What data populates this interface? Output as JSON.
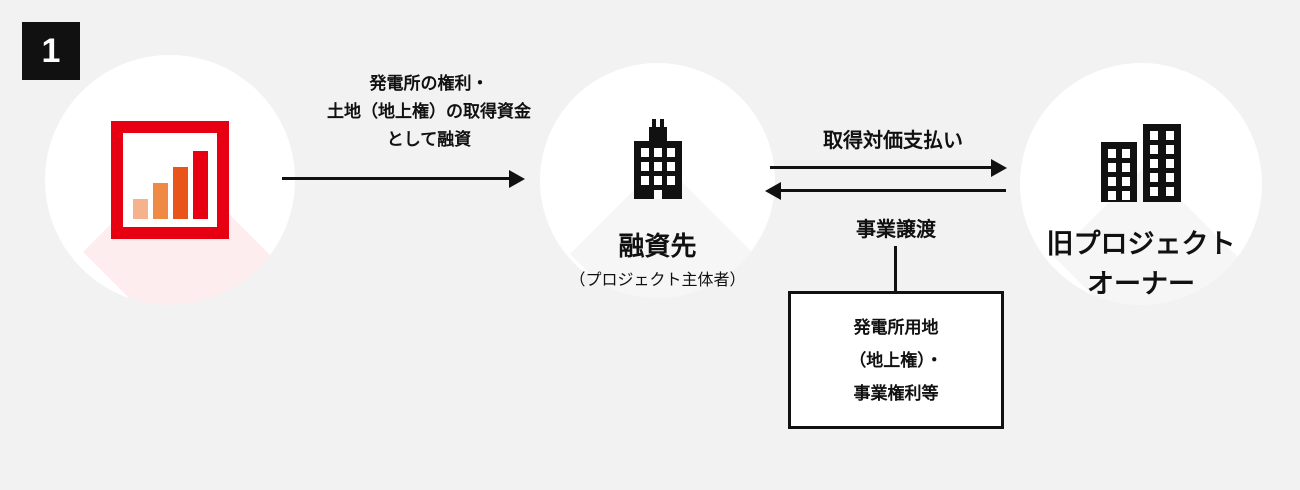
{
  "badge": {
    "number": "1"
  },
  "colors": {
    "background": "#f2f2f2",
    "ink": "#111111",
    "logo_red": "#e60012",
    "bar_colors": [
      "#f5b28c",
      "#ef8a45",
      "#e9541a",
      "#e60012"
    ]
  },
  "icons": {
    "lender": "bar-chart-logo",
    "borrower": "building-icon",
    "owner": "twin-buildings-icon"
  },
  "loan_arrow": {
    "label_lines": [
      "発電所の権利・",
      "土地（地上権）の取得資金",
      "として融資"
    ]
  },
  "borrower_node": {
    "title": "融資先",
    "subtitle": "（プロジェクト主体者）"
  },
  "payment_arrow": {
    "label": "取得対価支払い"
  },
  "transfer_arrow": {
    "label": "事業譲渡"
  },
  "asset_box": {
    "lines": [
      "発電所用地",
      "（地上権）・",
      "事業権利等"
    ]
  },
  "owner_node": {
    "title_lines": [
      "旧プロジェクト",
      "オーナー"
    ]
  }
}
